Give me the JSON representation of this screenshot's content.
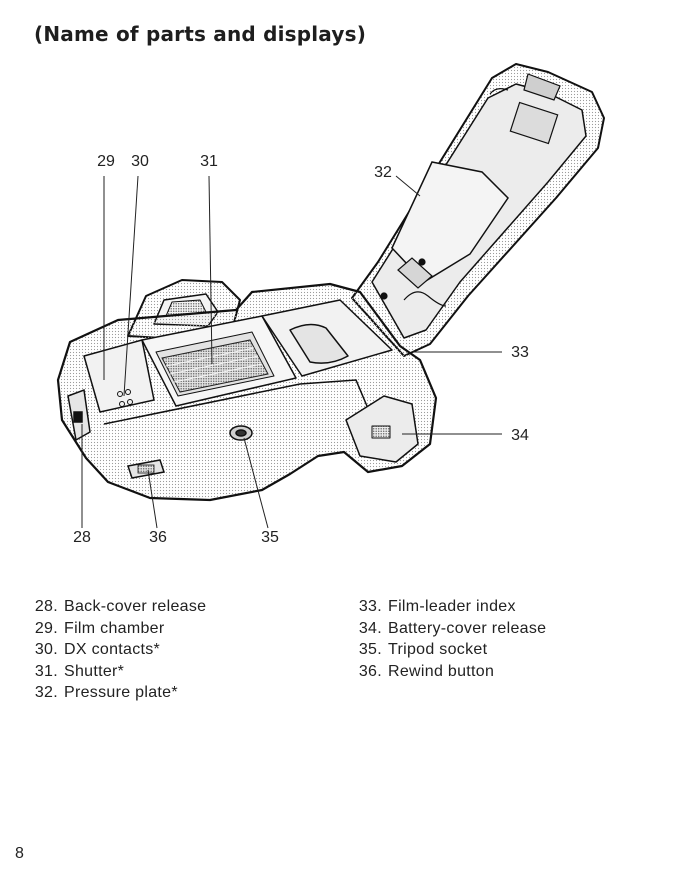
{
  "page": {
    "title": "(Name of parts and displays)",
    "page_number": "8"
  },
  "callouts": [
    {
      "id": "28",
      "label": "28"
    },
    {
      "id": "29",
      "label": "29"
    },
    {
      "id": "30",
      "label": "30"
    },
    {
      "id": "31",
      "label": "31"
    },
    {
      "id": "32",
      "label": "32"
    },
    {
      "id": "33",
      "label": "33"
    },
    {
      "id": "34",
      "label": "34"
    },
    {
      "id": "35",
      "label": "35"
    },
    {
      "id": "36",
      "label": "36"
    }
  ],
  "legend_left": [
    {
      "num": "28.",
      "text": "Back-cover release"
    },
    {
      "num": "29.",
      "text": "Film chamber"
    },
    {
      "num": "30.",
      "text": "DX contacts*"
    },
    {
      "num": "31.",
      "text": "Shutter*"
    },
    {
      "num": "32.",
      "text": "Pressure plate*"
    }
  ],
  "legend_right": [
    {
      "num": "33.",
      "text": "Film-leader index"
    },
    {
      "num": "34.",
      "text": "Battery-cover release"
    },
    {
      "num": "35.",
      "text": "Tripod socket"
    },
    {
      "num": "36.",
      "text": "Rewind button"
    }
  ]
}
